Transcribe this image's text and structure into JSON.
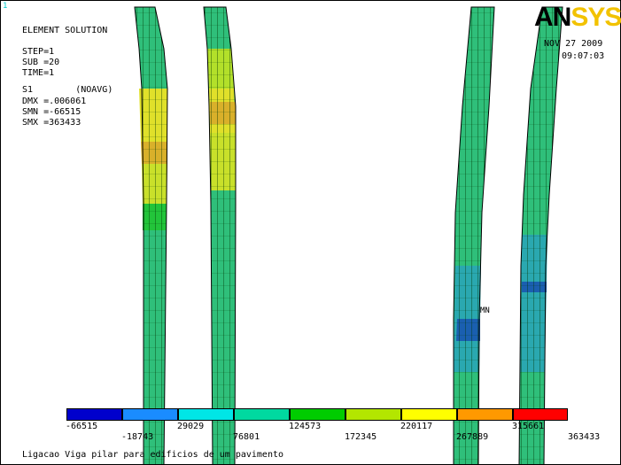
{
  "window": {
    "plot_number": "1",
    "title_line": "ELEMENT SOLUTION"
  },
  "info": {
    "step": "STEP=1",
    "sub": "SUB =20",
    "time": "TIME=1",
    "s1": "S1        (NOAVG)",
    "dmx": "DMX =.006061",
    "smn": "SMN =-66515",
    "smx": "SMX =363433"
  },
  "logo": {
    "an": "AN",
    "sys": "SYS"
  },
  "datetime": {
    "date": "NOV 27 2009",
    "time": "09:07:03"
  },
  "markers": {
    "mn": "MN"
  },
  "legend": {
    "colors": [
      "#0000cc",
      "#1a8cff",
      "#00e6e6",
      "#00d9a0",
      "#00cc00",
      "#b3e600",
      "#ffff00",
      "#ff9900",
      "#ff0000"
    ],
    "labels_top": [
      "-66515",
      "29029",
      "124573",
      "220117",
      "315661"
    ],
    "labels_bottom": [
      "-18743",
      "76801",
      "172345",
      "267889",
      "363433"
    ]
  },
  "footer": {
    "caption": "Ligacao Viga pilar para edificios de um pavimento"
  }
}
